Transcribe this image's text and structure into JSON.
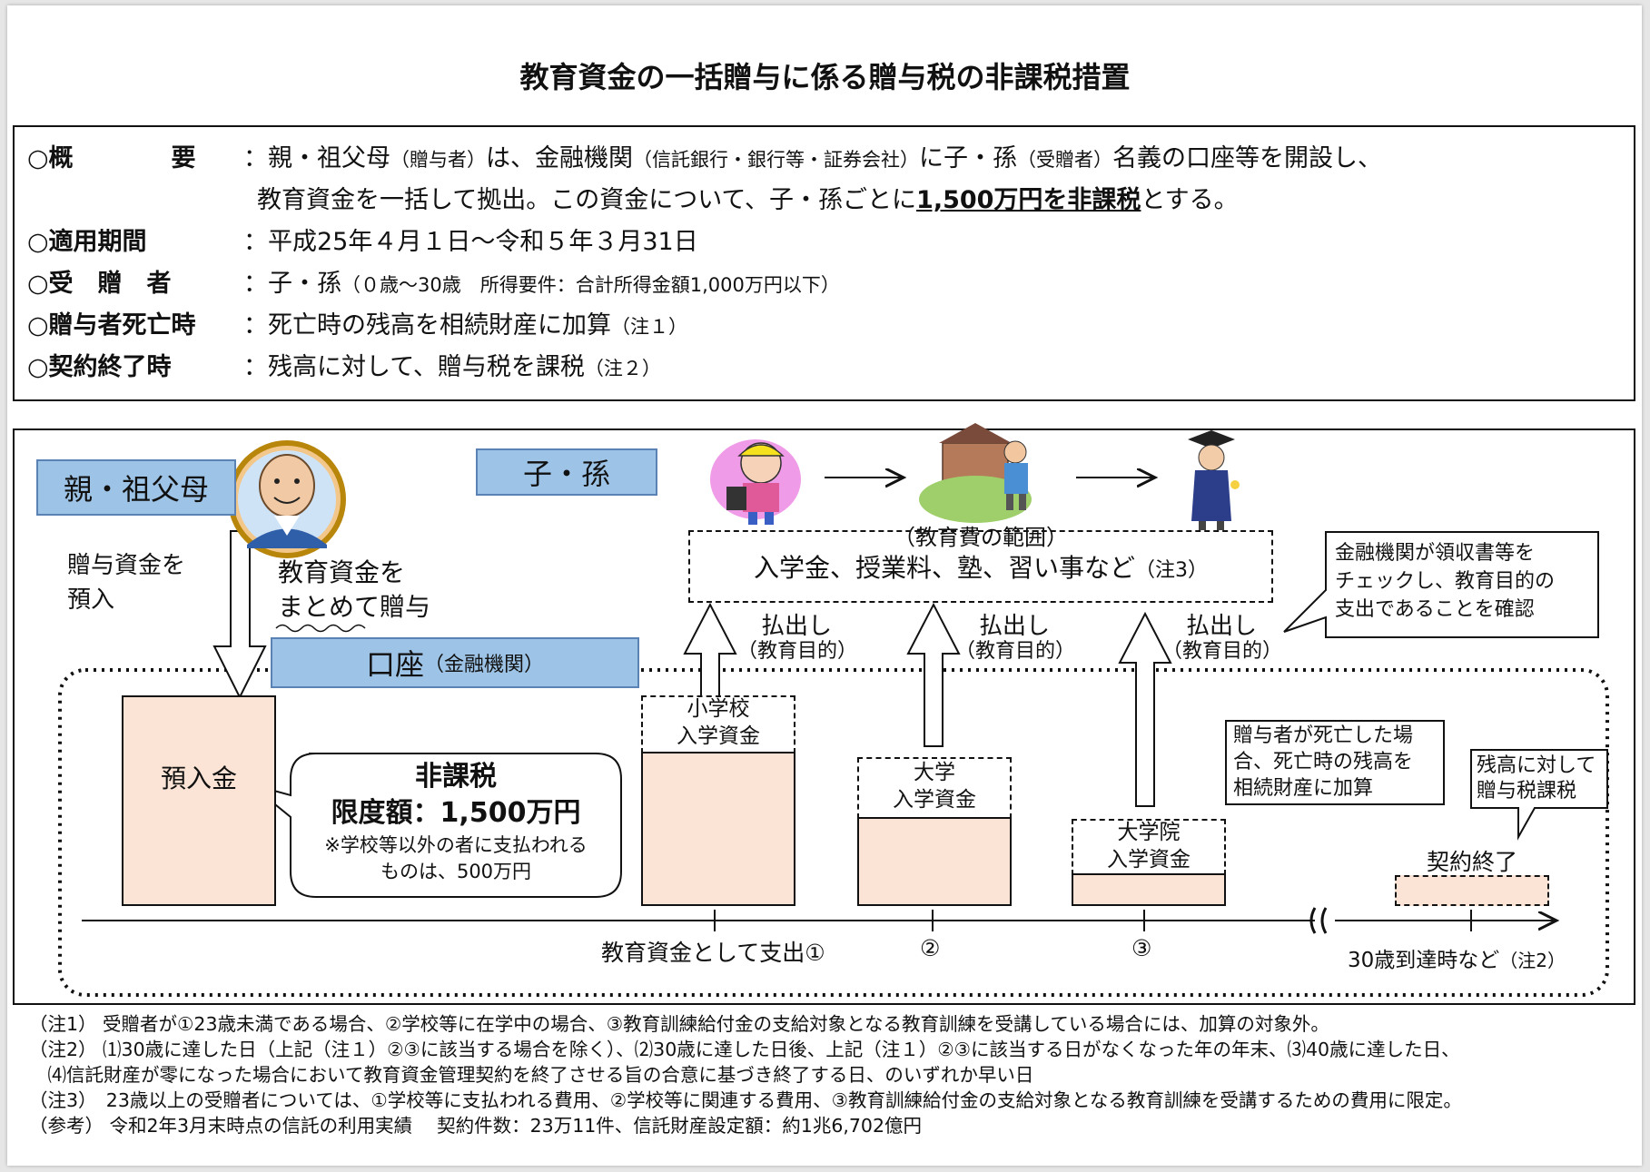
{
  "title": "教育資金の一括贈与に係る贈与税の非課税措置",
  "summary": {
    "overview_label": "○概　　　　要",
    "overview_text_a": "親・祖父母",
    "overview_text_a_small": "（贈与者）",
    "overview_text_b": "は、金融機関",
    "overview_text_b_small": "（信託銀行・銀行等・証券会社）",
    "overview_text_c": "に子・孫",
    "overview_text_c_small": "（受贈者）",
    "overview_text_d": "名義の口座等を開設し、",
    "overview_line2_a": "教育資金を一括して拠出。この資金について、子・孫ごとに",
    "overview_line2_emph": "1,500万円を非課税",
    "overview_line2_b": "とする。",
    "period_label": "○適用期間",
    "period_text": "平成25年４月１日～令和５年３月31日",
    "recipient_label": "○受　贈　者",
    "recipient_text": "子・孫",
    "recipient_small": "（０歳～30歳　所得要件：合計所得金額1,000万円以下）",
    "death_label": "○贈与者死亡時",
    "death_text": "死亡時の残高を相続財産に加算",
    "death_small": "（注１）",
    "end_label": "○契約終了時",
    "end_text": "残高に対して、贈与税を課税",
    "end_small": "（注２）",
    "colon": "："
  },
  "diagram": {
    "parent_box": "親・祖父母",
    "child_box": "子・孫",
    "deposit_label_1": "贈与資金を",
    "deposit_label_2": "預入",
    "gift_label_1": "教育資金を",
    "gift_label_2": "まとめて贈与",
    "account_box": "口座",
    "account_small": "（金融機関）",
    "deposit_box": "預入金",
    "tax_free_title": "非課税",
    "tax_free_limit": "限度額：1,500万円",
    "tax_free_note_1": "※学校等以外の者に支払われる",
    "tax_free_note_2": "ものは、500万円",
    "scope_title": "（教育費の範囲）",
    "scope_text": "入学金、授業料、塾、習い事など",
    "scope_small": "（注3）",
    "payout": "払出し",
    "payout_purpose": "（教育目的）",
    "bank_check_1": "金融機関が領収書等を",
    "bank_check_2": "チェックし、教育目的の",
    "bank_check_3": "支出であることを確認",
    "elem_1": "小学校",
    "elem_2": "入学資金",
    "univ_1": "大学",
    "univ_2": "入学資金",
    "grad_1": "大学院",
    "grad_2": "入学資金",
    "death_note_1": "贈与者が死亡した場",
    "death_note_2": "合、死亡時の残高を",
    "death_note_3": "相続財産に加算",
    "balance_note_1": "残高に対して",
    "balance_note_2": "贈与税課税",
    "contract_end": "契約終了",
    "spend_1": "教育資金として支出①",
    "spend_2": "②",
    "spend_3": "③",
    "age_30": "30歳到達時など",
    "age_30_small": "（注2）"
  },
  "notes": [
    "（注1） 受贈者が①23歳未満である場合、②学校等に在学中の場合、③教育訓練給付金の支給対象となる教育訓練を受講している場合には、加算の対象外。",
    "（注2） ⑴30歳に達した日（上記（注１）②③に該当する場合を除く）、⑵30歳に達した日後、上記（注１）②③に該当する日がなくなった年の年末、⑶40歳に達した日、",
    "　⑷信託財産が零になった場合において教育資金管理契約を終了させる旨の合意に基づき終了する日、のいずれか早い日",
    "（注3）　23歳以上の受贈者については、①学校等に支払われる費用、②学校等に関連する費用、③教育訓練給付金の支給対象となる教育訓練を受講するための費用に限定。",
    "（参考） 令和2年3月末時点の信託の利用実績　 契約件数：23万11件、信託財産設定額：約1兆6,702億円"
  ]
}
